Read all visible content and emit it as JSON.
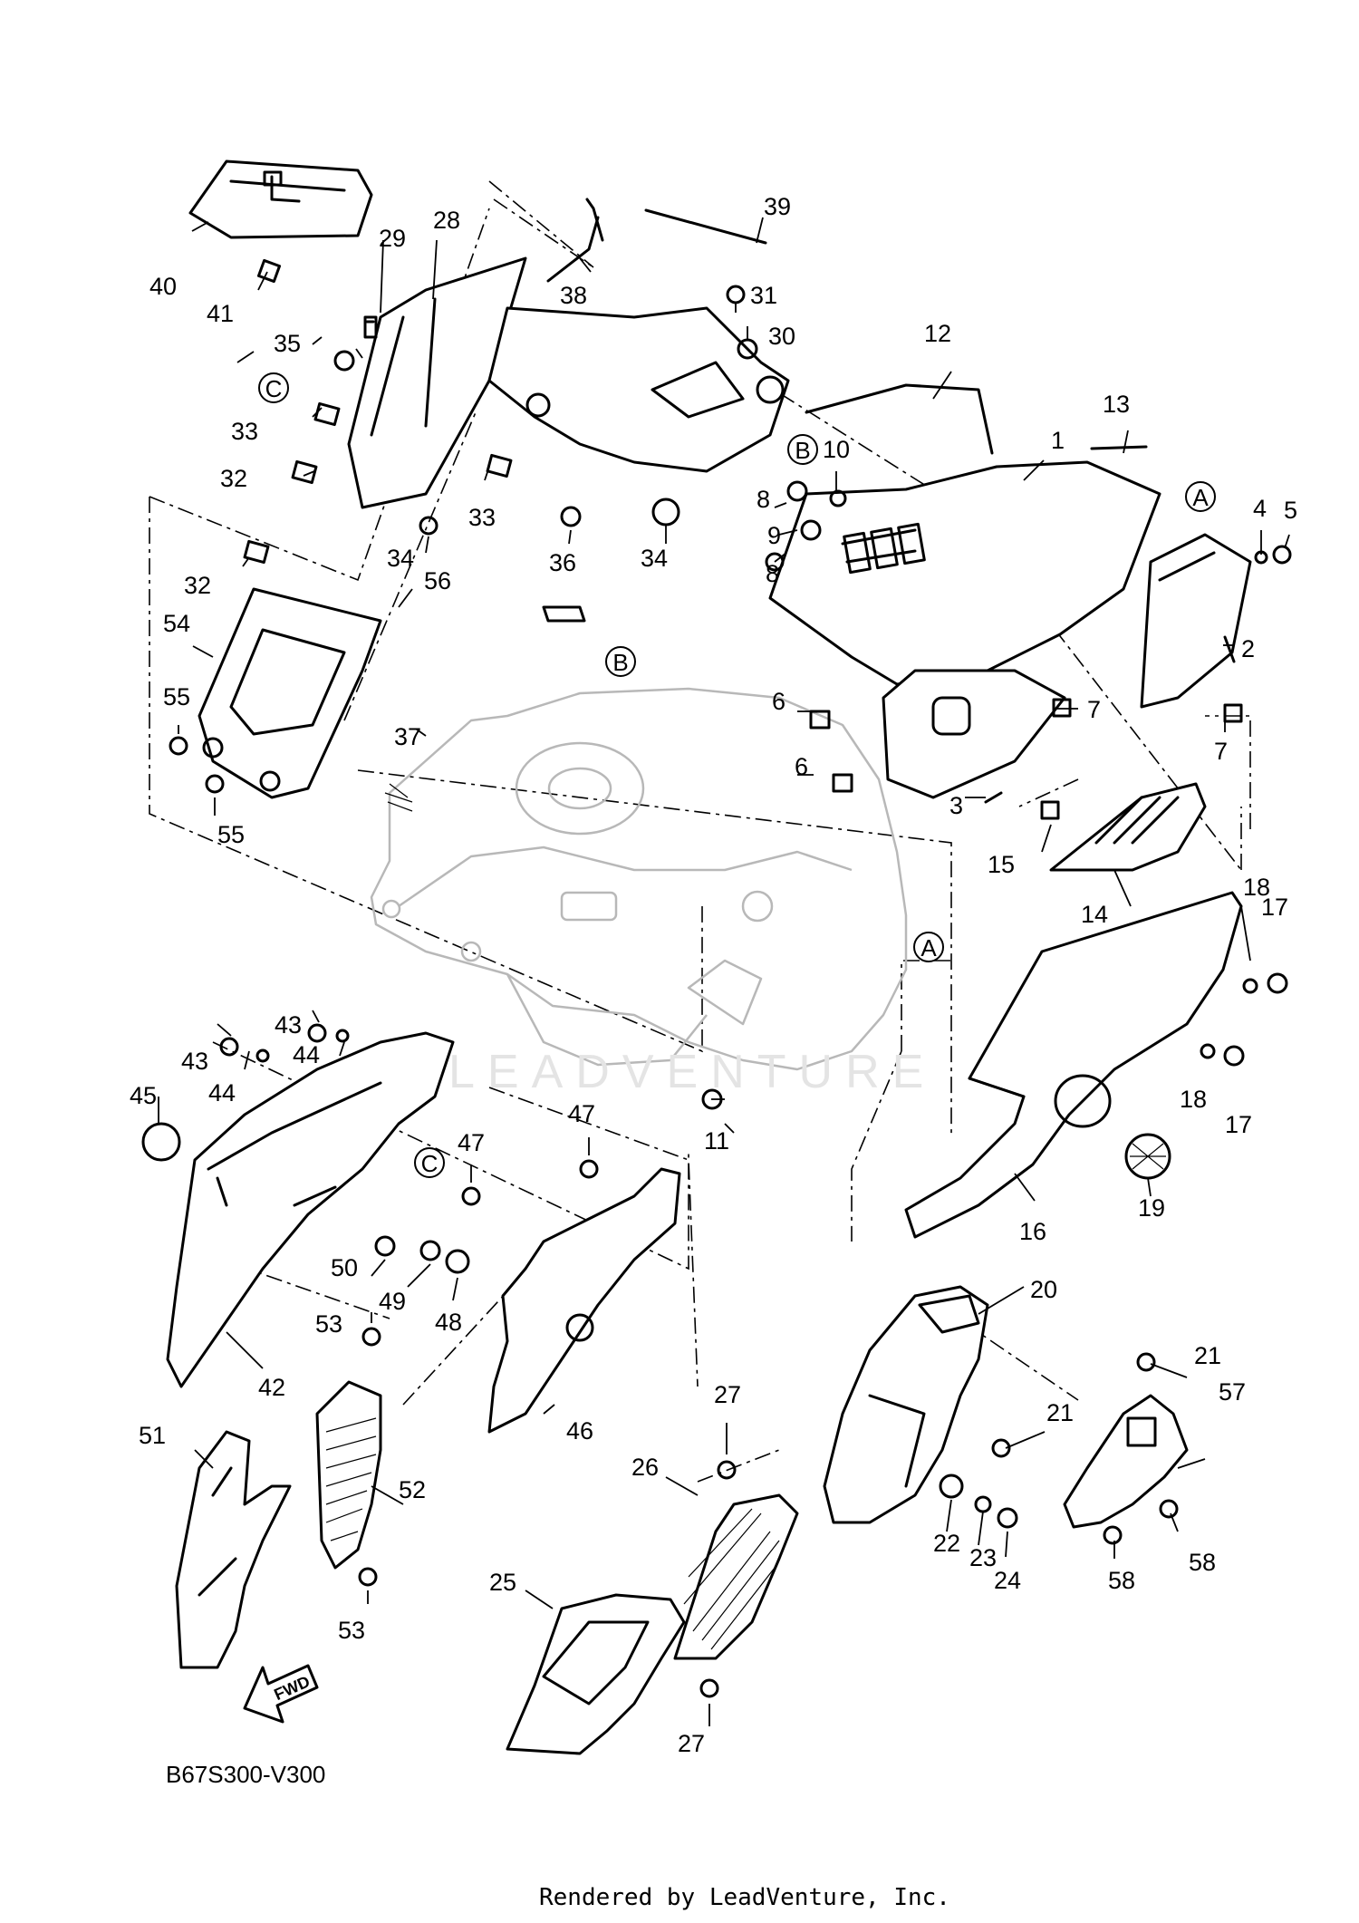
{
  "diagram_code": "B67S300-V300",
  "footer": "Rendered by LeadVenture, Inc.",
  "watermark": "LEADVENTURE",
  "fwd_label": "FWD",
  "ref_markers": [
    "A",
    "B",
    "C"
  ],
  "callouts": [
    "1",
    "2",
    "3",
    "4",
    "5",
    "6",
    "7",
    "8",
    "9",
    "10",
    "11",
    "12",
    "13",
    "14",
    "15",
    "16",
    "17",
    "18",
    "19",
    "20",
    "21",
    "22",
    "23",
    "24",
    "25",
    "26",
    "27",
    "28",
    "29",
    "30",
    "31",
    "32",
    "33",
    "34",
    "35",
    "36",
    "37",
    "38",
    "39",
    "40",
    "41",
    "42",
    "43",
    "44",
    "45",
    "46",
    "47",
    "48",
    "49",
    "50",
    "51",
    "52",
    "53",
    "54",
    "55",
    "56",
    "57",
    "58"
  ]
}
